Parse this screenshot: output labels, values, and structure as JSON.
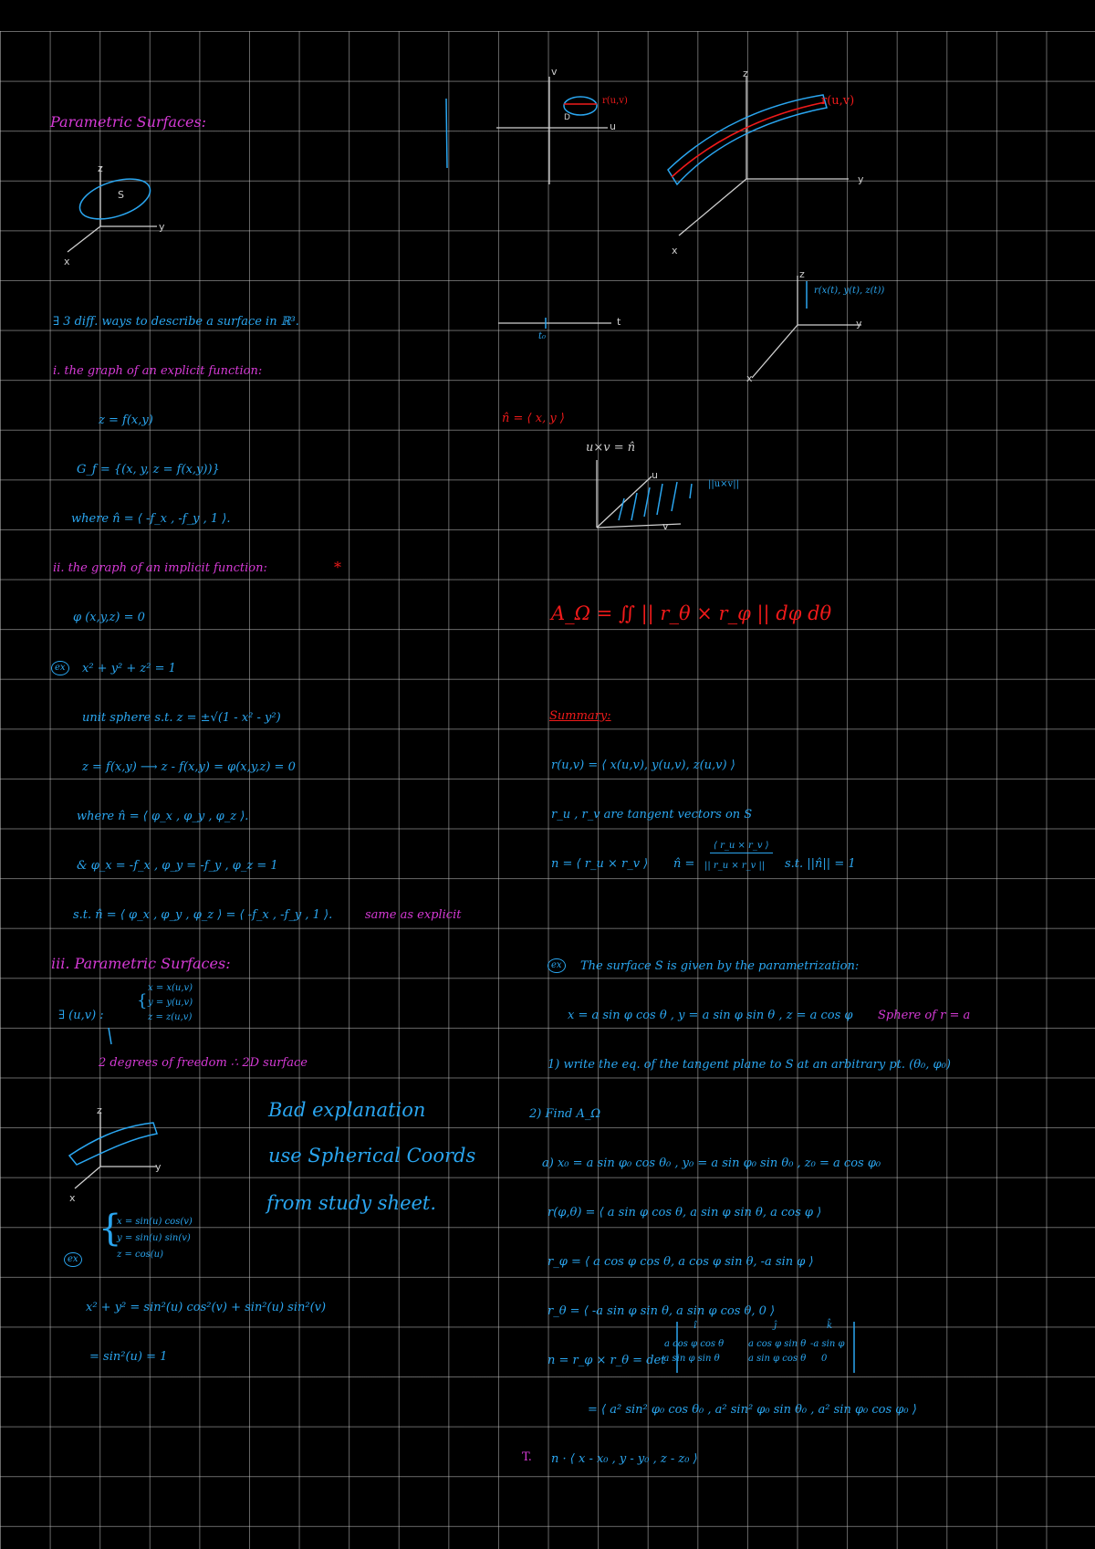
{
  "left": {
    "heading": "Parametric Surfaces:",
    "fig1": {
      "z": "z",
      "x": "x",
      "y": "y",
      "s": "S"
    },
    "intro": "∃ 3 diff. ways to describe a surface in ℝ³.",
    "item_i": "i.   the graph of an explicit function:",
    "eq_z": "z = f(x,y)",
    "eq_gf": "G_f = {(x, y, z = f(x,y))}",
    "eq_n1": "where  n̂ = ⟨ -f_x , -f_y , 1 ⟩.",
    "item_ii": "ii.  the graph of an implicit function:",
    "star": "*",
    "eq_phi": "φ (x,y,z) = 0",
    "ex_label": "ex",
    "eq_sphere": "x² + y² + z² = 1",
    "unit_sphere": "unit sphere s.t.  z = ±√(1 - x² - y²)",
    "eq_conv": "z = f(x,y)  ⟶  z - f(x,y) = φ(x,y,z) = 0",
    "eq_n2": "where  n̂ = ⟨ φ_x , φ_y , φ_z ⟩.",
    "eq_partials": "& φ_x = -f_x ,   φ_y = -f_y ,   φ_z = 1",
    "eq_same_a": "s.t.   n̂ = ⟨ φ_x , φ_y , φ_z ⟩ = ⟨ -f_x , -f_y , 1 ⟩.",
    "eq_same_b": "same as explicit",
    "item_iii": "iii.  Parametric Surfaces:",
    "exists": "∃ (u,v) :",
    "sys_x": "x = x(u,v)",
    "sys_y": "y = y(u,v)",
    "sys_z": "z = z(u,v)",
    "dof": "2 degrees of freedom  ∴  2D surface",
    "fig2": {
      "z": "z",
      "x": "x",
      "y": "y"
    },
    "note1": "Bad explanation",
    "note2": "use Spherical Coords",
    "note3": "from study sheet.",
    "ex2_label": "ex",
    "ex2_x": "x = sin(u) cos(v)",
    "ex2_y": "y = sin(u) sin(v)",
    "ex2_z": "z = cos(u)",
    "eq_sum": "x² + y² = sin²(u) cos²(v) + sin²(u) sin²(v)",
    "eq_sum2": "= sin²(u) = 1"
  },
  "right": {
    "fig_uv": {
      "v": "v",
      "u": "u",
      "d": "D",
      "r": "r(u,v)"
    },
    "fig_surf": {
      "z": "z",
      "x": "x",
      "y": "y",
      "r": "r(u,v)"
    },
    "fig_t": {
      "t": "t",
      "t0": "t₀"
    },
    "fig_curve": {
      "z": "z",
      "x": "x",
      "y": "y",
      "r": "r(x(t), y(t), z(t))"
    },
    "n_def": "n̂ = ⟨ x, y ⟩",
    "cross_label": "u×v = n̂",
    "cross_u": "u",
    "cross_v": "v",
    "cross_norm": "||u×v||",
    "area": "A_Ω = ∬ || r_θ × r_φ || dφ dθ",
    "summary": "Summary:",
    "sum1": "r(u,v) = ⟨ x(u,v), y(u,v), z(u,v) ⟩",
    "sum2": "r_u , r_v  are  tangent  vectors  on  S",
    "sum3a": "n = ⟨ r_u × r_v ⟩",
    "sum3b_num": "⟨ r_u × r_v ⟩",
    "sum3b_den": "|| r_u × r_v ||",
    "sum3b_lhs": "n̂ =",
    "sum3c": "s.t.  ||n̂|| = 1",
    "ex_label": "ex",
    "ex_text": "The surface S is given by the parametrization:",
    "ex_param": "x = a sin φ cos θ ,  y = a sin φ sin θ ,  z = a cos φ",
    "ex_param2": "Sphere of r = a",
    "q1": "1) write the eq. of the tangent plane to S at an arbitrary pt. (θ₀, φ₀)",
    "q2": "2) Find A_Ω",
    "s1": "a) x₀ = a sin φ₀ cos θ₀ ,  y₀ = a sin φ₀ sin θ₀ ,  z₀ = a cos φ₀",
    "s2": "r(φ,θ) = ⟨ a sin φ cos θ, a sin φ sin θ, a cos φ ⟩",
    "s3": "r_φ = ⟨ a cos φ cos θ, a cos φ sin θ, -a sin φ ⟩",
    "s4": "r_θ = ⟨ -a sin φ sin θ, a sin φ cos θ, 0 ⟩",
    "det_lhs": "n = r_φ × r_θ = det",
    "det_h1": "î",
    "det_h2": "ĵ",
    "det_h3": "k̂",
    "det_r1c1": "a cos φ cos θ",
    "det_r1c2": "a cos φ sin θ",
    "det_r1c3": "-a sin φ",
    "det_r2c1": "-a sin φ sin θ",
    "det_r2c2": "a sin φ cos θ",
    "det_r2c3": "0",
    "s5": "= ⟨ a² sin² φ₀ cos θ₀ ,  a² sin² φ₀ sin θ₀ ,  a² sin φ₀ cos φ₀ ⟩",
    "t_label": "T.",
    "s6": "n · ⟨ x - x₀ ,  y - y₀ ,  z - z₀ ⟩"
  },
  "colors": {
    "background": "#000000",
    "grid": "#bebebe",
    "blue": "#2aa6f0",
    "pink": "#d63ad6",
    "red": "#f01a1a"
  }
}
